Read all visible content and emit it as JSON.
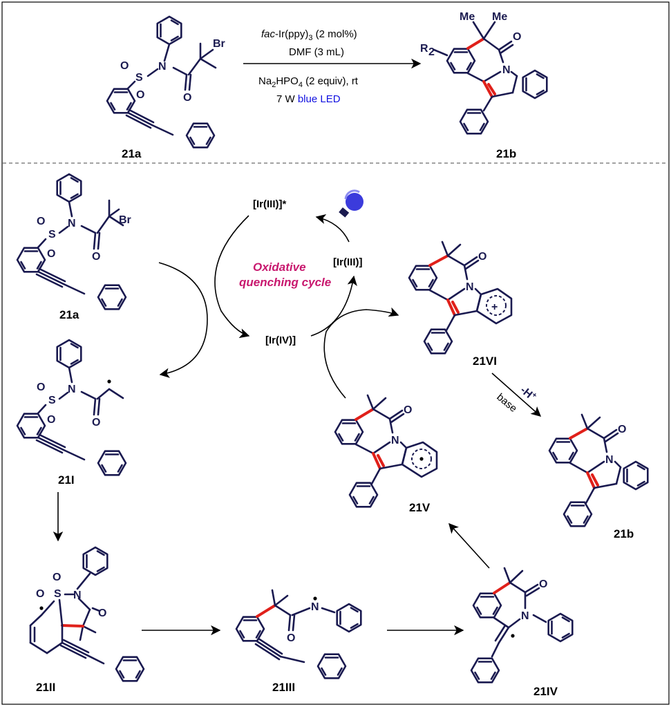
{
  "top": {
    "conditions": {
      "line1_italic": "fac",
      "line1_rest": "-Ir(ppy)",
      "line1_sub": "3",
      "line1_tail": " (2 mol%)",
      "line2": "DMF (3 mL)",
      "line3_a": "Na",
      "line3_sub1": "2",
      "line3_b": "HPO",
      "line3_sub2": "4",
      "line3_c": " (2 equiv), rt",
      "line4_a": "7 W ",
      "line4_blue": "blue LED"
    },
    "start_label": "21a",
    "product_label": "21b",
    "r_group": "R",
    "r_sub": "2",
    "me1": "Me",
    "me2": "Me"
  },
  "atoms": {
    "S": "S",
    "O": "O",
    "N": "N",
    "Br": "Br"
  },
  "cycle": {
    "ir3_star": "[Ir(III)]*",
    "ir3": "[Ir(III)]",
    "ir4": "[Ir(IV)]",
    "title_line1": "Oxidative",
    "title_line2": "quenching cycle",
    "title_color": "#c8186e",
    "deprot_top": "-H",
    "deprot_plus": "+",
    "deprot_bottom": "base",
    "plus_sign": "+"
  },
  "labels": {
    "s21a": "21a",
    "s21I": "21I",
    "s21II": "21II",
    "s21III": "21III",
    "s21IV": "21IV",
    "s21V": "21V",
    "s21VI": "21VI",
    "s21b": "21b"
  },
  "colors": {
    "bond": "#1a1a50",
    "new_bond": "#e0201a",
    "blue_led": "#1010e0",
    "bulb": "#3b3bdc"
  }
}
